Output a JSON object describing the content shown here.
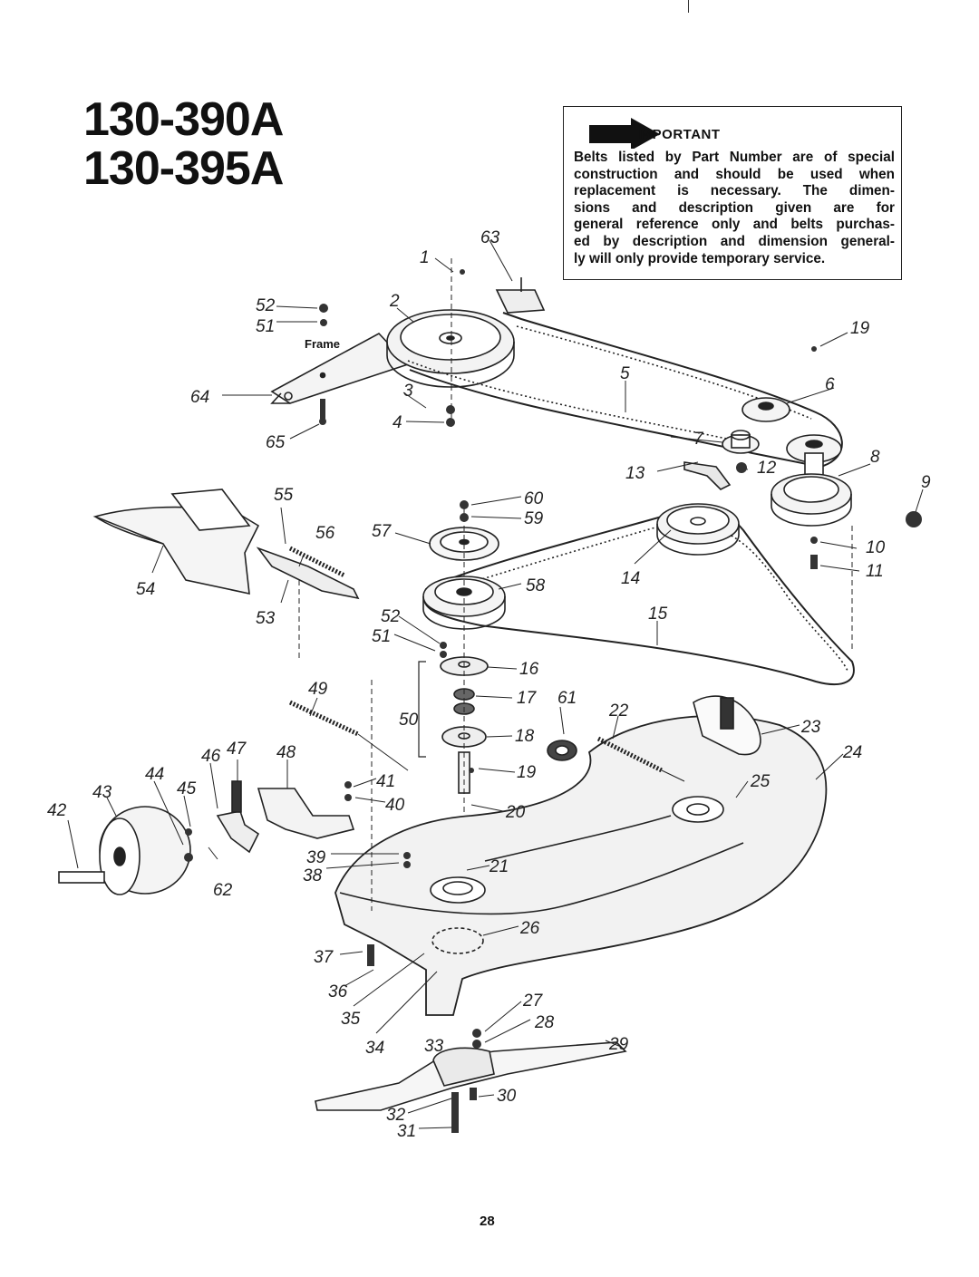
{
  "header": {
    "model_1": "130-390A",
    "model_2": "130-395A"
  },
  "notice": {
    "title": "IMPORTANT",
    "lines": [
      "Belts listed by Part Number are of special",
      "construction and should be used when",
      "replacement is necessary. The dimen-",
      "sions and description given are for",
      "general reference only and belts purchas-",
      "ed by description and dimension general-",
      "ly will only provide temporary service."
    ]
  },
  "diagram": {
    "frame_label": "Frame",
    "callouts": [
      "1",
      "2",
      "3",
      "4",
      "5",
      "6",
      "7",
      "8",
      "9",
      "10",
      "11",
      "12",
      "13",
      "14",
      "15",
      "16",
      "17",
      "18",
      "19",
      "19",
      "20",
      "21",
      "22",
      "23",
      "24",
      "25",
      "26",
      "27",
      "28",
      "29",
      "30",
      "31",
      "32",
      "33",
      "34",
      "35",
      "36",
      "37",
      "38",
      "39",
      "40",
      "41",
      "42",
      "43",
      "44",
      "45",
      "46",
      "47",
      "48",
      "49",
      "50",
      "51",
      "51",
      "52",
      "52",
      "53",
      "54",
      "55",
      "56",
      "57",
      "58",
      "59",
      "60",
      "61",
      "62",
      "63",
      "64",
      "65"
    ]
  },
  "footer": {
    "page_number": "28"
  }
}
